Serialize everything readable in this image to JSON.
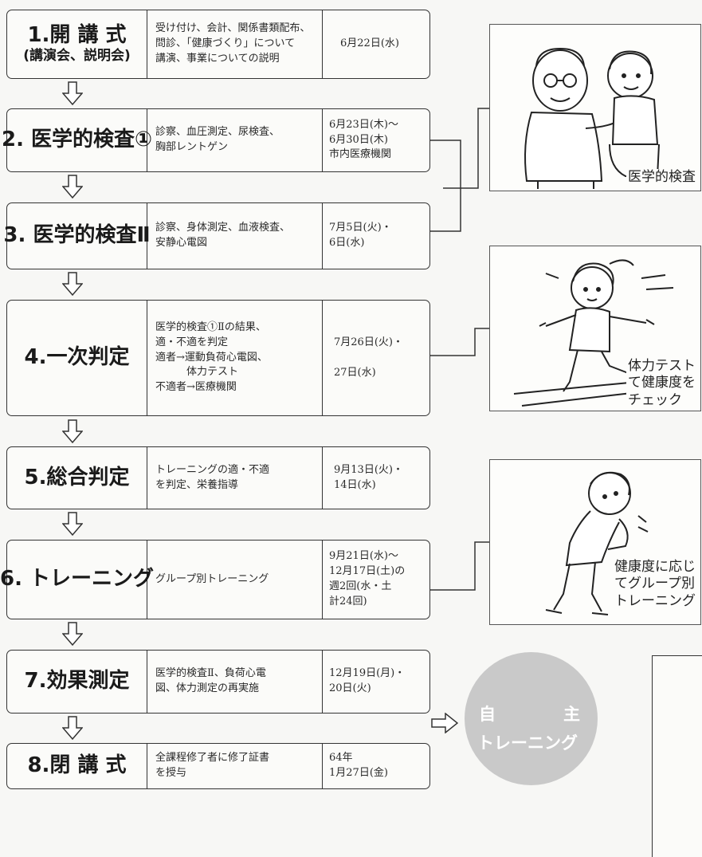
{
  "steps": [
    {
      "title": "1.開 講 式",
      "subtitle": "(講演会、説明会)",
      "desc": [
        "受け付け、会計、関係書類配布、",
        "問診、「健康づくり」について",
        "講演、事業についての説明"
      ],
      "date": [
        "6月22日(水)"
      ]
    },
    {
      "title": "2. 医学的検査①",
      "subtitle": "",
      "desc": [
        "診察、血圧測定、尿検査、",
        "胸部レントゲン"
      ],
      "date": [
        "6月23日(木)〜",
        "6月30日(木)",
        "市内医療機関"
      ]
    },
    {
      "title": "3. 医学的検査Ⅱ",
      "subtitle": "",
      "desc": [
        "診察、身体測定、血液検査、",
        "安静心電図"
      ],
      "date": [
        "7月5日(火)・",
        "6日(水)"
      ]
    },
    {
      "title": "4.一次判定",
      "subtitle": "",
      "desc": [
        "医学的検査①Ⅱの結果、",
        "適・不適を判定",
        "適者→運動負荷心電図、",
        "　　　体力テスト",
        "不適者→医療機関"
      ],
      "date": [
        "7月26日(火)・",
        "",
        "27日(水)"
      ]
    },
    {
      "title": "5.総合判定",
      "subtitle": "",
      "desc": [
        "トレーニングの適・不適",
        "を判定、栄養指導"
      ],
      "date": [
        "9月13日(火)・",
        "14日(水)"
      ]
    },
    {
      "title": "6. トレーニング",
      "subtitle": "",
      "desc": [
        "グループ別トレーニング"
      ],
      "date": [
        "9月21日(水)〜",
        "12月17日(土)の",
        "週2回(水・土",
        "計24回)"
      ]
    },
    {
      "title": "7.効果測定",
      "subtitle": "",
      "desc": [
        "医学的検査Ⅱ、負荷心電",
        "図、体力測定の再実施"
      ],
      "date": [
        "12月19日(月)・",
        "20日(火)"
      ]
    },
    {
      "title": "8.閉 講 式",
      "subtitle": "",
      "desc": [
        "全課程修了者に修了証書",
        "を授与"
      ],
      "date": [
        "64年",
        "1月27日(金)"
      ]
    }
  ],
  "illustrations": [
    {
      "name": "medical-check",
      "caption": [
        "医学的検査"
      ]
    },
    {
      "name": "fitness-test",
      "caption": [
        "体力テスト",
        "て健康度を",
        "チェック"
      ]
    },
    {
      "name": "group-training",
      "caption": [
        "健康度に応じ",
        "てグループ別",
        "トレーニング"
      ]
    }
  ],
  "self_training": {
    "line1_a": "自",
    "line1_b": "主",
    "line2": "トレーニング"
  },
  "colors": {
    "line": "#333333",
    "circle": "#c9c9c9"
  }
}
